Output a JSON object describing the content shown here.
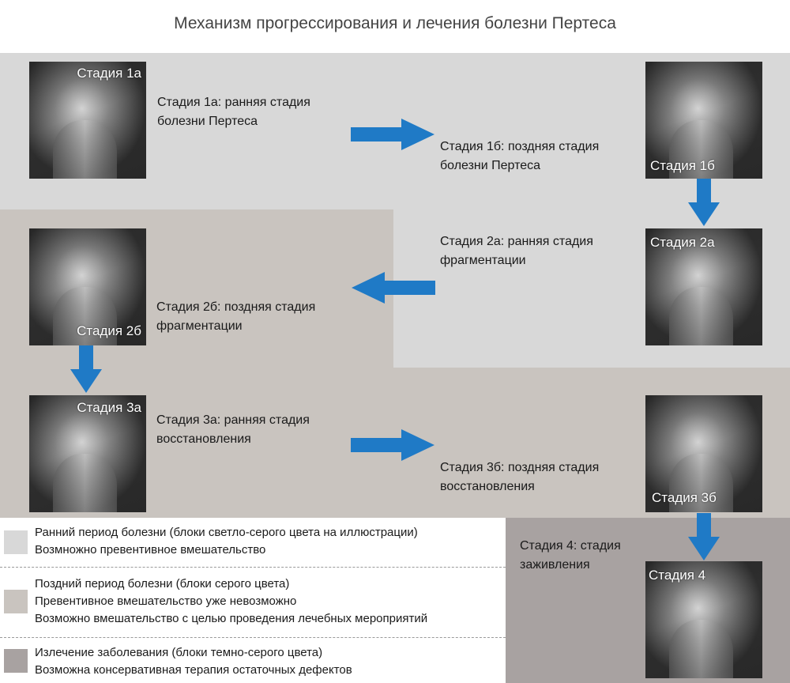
{
  "title": "Механизм прогрессирования и лечения болезни Пертеса",
  "colors": {
    "early": "#d8d8d8",
    "late": "#c9c4bf",
    "healing": "#a8a2a1",
    "arrow": "#1f7ac6"
  },
  "stages": {
    "s1a": {
      "label": "Стадия 1а",
      "desc": [
        "Стадия 1а: ранняя стадия",
        "болезни Пертеса"
      ]
    },
    "s1b": {
      "label": "Стадия 1б",
      "desc": [
        "Стадия 1б: поздняя стадия",
        "болезни Пертеса"
      ]
    },
    "s2a": {
      "label": "Стадия 2а",
      "desc": [
        "Стадия 2а: ранняя стадия",
        "фрагментации"
      ]
    },
    "s2b": {
      "label": "Стадия 2б",
      "desc": [
        "Стадия 2б: поздняя стадия",
        "фрагментации"
      ]
    },
    "s3a": {
      "label": "Стадия 3а",
      "desc": [
        "Стадия 3а: ранняя стадия",
        "восстановления"
      ]
    },
    "s3b": {
      "label": "Стадия 3б",
      "desc": [
        "Стадия 3б: поздняя стадия",
        "восстановления"
      ]
    },
    "s4": {
      "label": "Стадия 4",
      "desc": [
        "Стадия 4: стадия",
        "заживления"
      ]
    }
  },
  "legend": [
    {
      "lines": [
        "Ранний период болезни (блоки светло-серого цвета на иллюстрации)",
        "Возмножно превентивное вмешательство"
      ]
    },
    {
      "lines": [
        "Поздний период болезни (блоки серого цвета)",
        "Превентивное вмешательство уже невозможно",
        "Возможно вмешательство с целью проведения лечебных мероприятий"
      ]
    },
    {
      "lines": [
        "Излечение заболевания (блоки темно-серого цвета)",
        "Возможна консервативная терапия остаточных дефектов"
      ]
    }
  ]
}
